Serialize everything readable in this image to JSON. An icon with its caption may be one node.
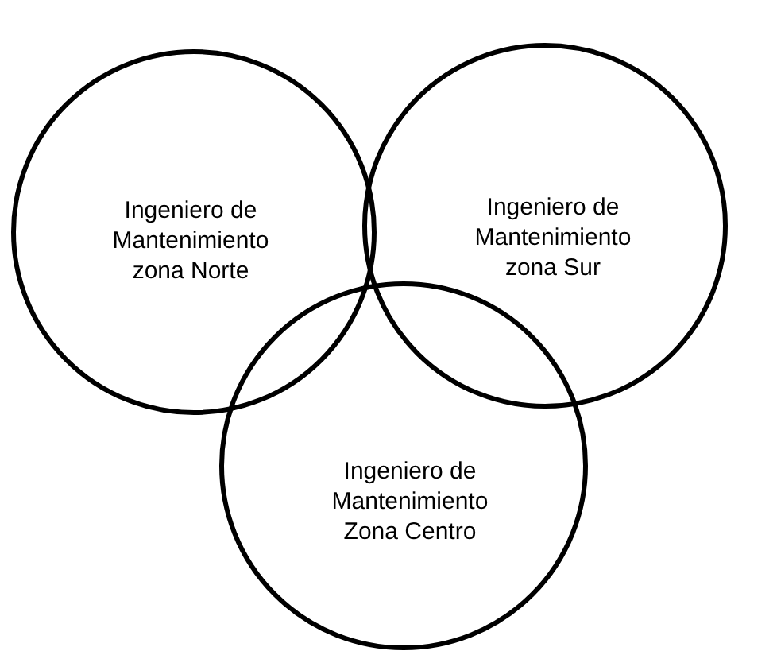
{
  "diagram": {
    "nodes": [
      {
        "text": [
          "Ingeniero de Mantenimiento zona Norte"
        ]
      },
      {
        "text": [
          "Ingeniero de Mantenimiento zona Sur"
        ]
      },
      {
        "text": [
          "Ingeniero de Mantenimiento Zona Centro"
        ]
      }
    ],
    "edges": []
  }
}
